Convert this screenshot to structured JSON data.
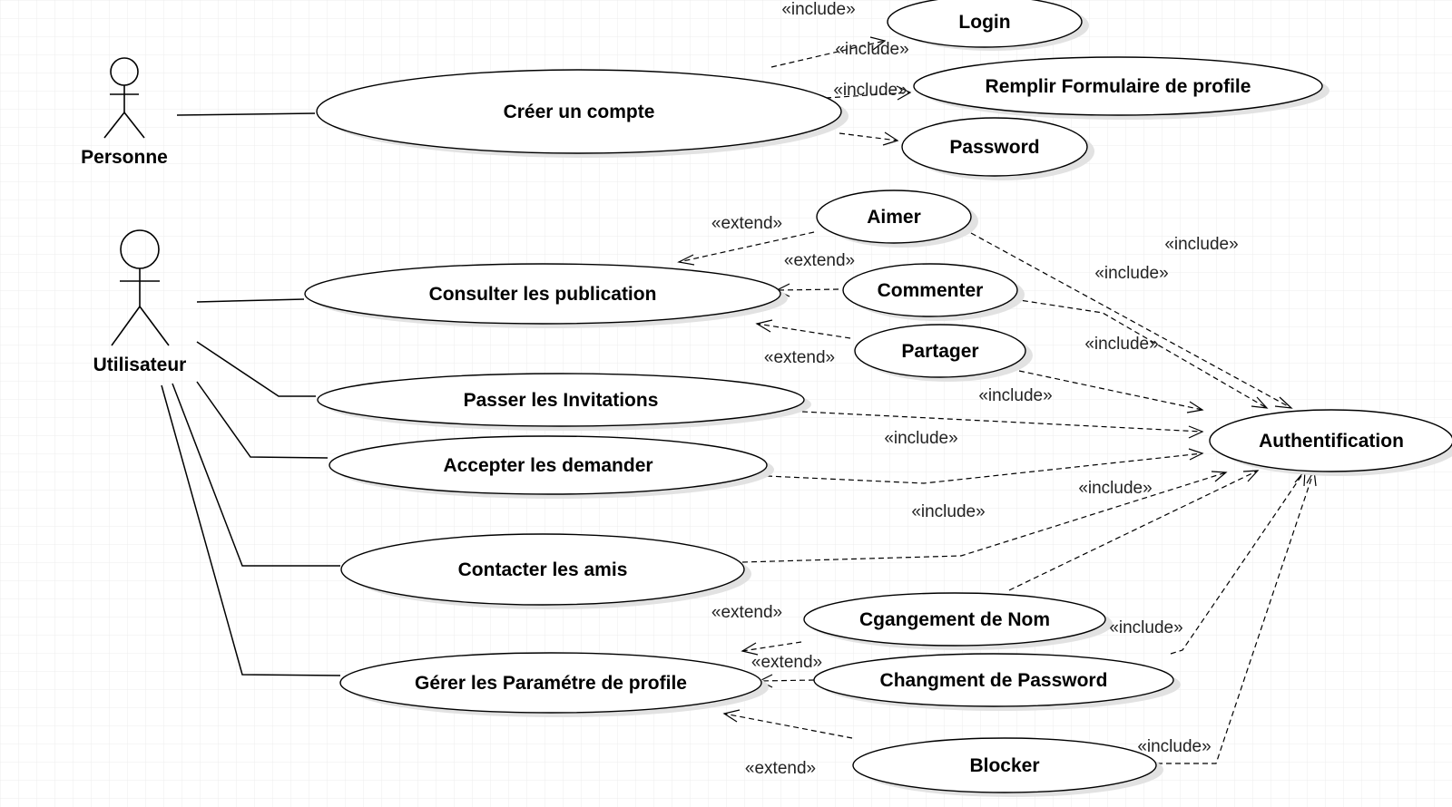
{
  "actors": {
    "personne": "Personne",
    "utilisateur": "Utilisateur"
  },
  "use_cases": {
    "login": "Login",
    "remplir_formulaire": "Remplir Formulaire de profile",
    "password": "Password",
    "creer_compte": "Créer un compte",
    "aimer": "Aimer",
    "consulter_publication": "Consulter les publication",
    "commenter": "Commenter",
    "partager": "Partager",
    "authentification": "Authentification",
    "passer_invitations": "Passer les Invitations",
    "accepter_demander": "Accepter les demander",
    "contacter_amis": "Contacter les amis",
    "changement_nom": "Cgangement de Nom",
    "gerer_parametre": "Gérer les Paramétre de profile",
    "changement_password": "Changment de Password",
    "blocker": "Blocker"
  },
  "stereotypes": {
    "include": "«include»",
    "extend": "«extend»"
  },
  "colors": {
    "background": "#ffffff",
    "grid": "#ececec",
    "line": "#000000",
    "shadow": "#e2e2e2"
  }
}
